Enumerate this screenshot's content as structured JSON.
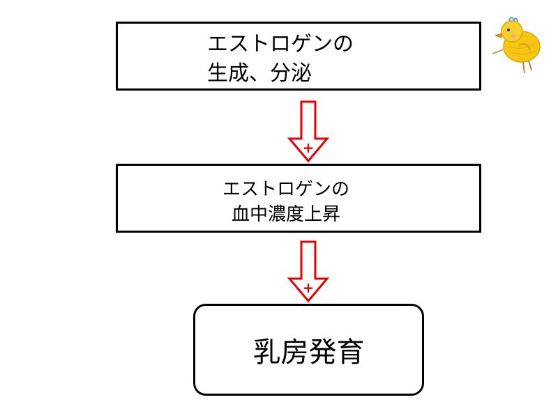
{
  "boxes": {
    "estrogen_production": {
      "line1": "エストロゲンの",
      "line2": "生成、分泌"
    },
    "estrogen_level": {
      "line1": "エストロゲンの",
      "line2": "血中濃度上昇"
    },
    "breast_development": {
      "label": "乳房発育"
    }
  },
  "arrows": {
    "first": {
      "sign": "+"
    },
    "second": {
      "sign": "+"
    }
  },
  "colors": {
    "arrow": "#e60000",
    "border": "#000000",
    "text": "#000000",
    "chick": "#f5c518"
  },
  "decoration": {
    "icon": "chick-icon"
  }
}
